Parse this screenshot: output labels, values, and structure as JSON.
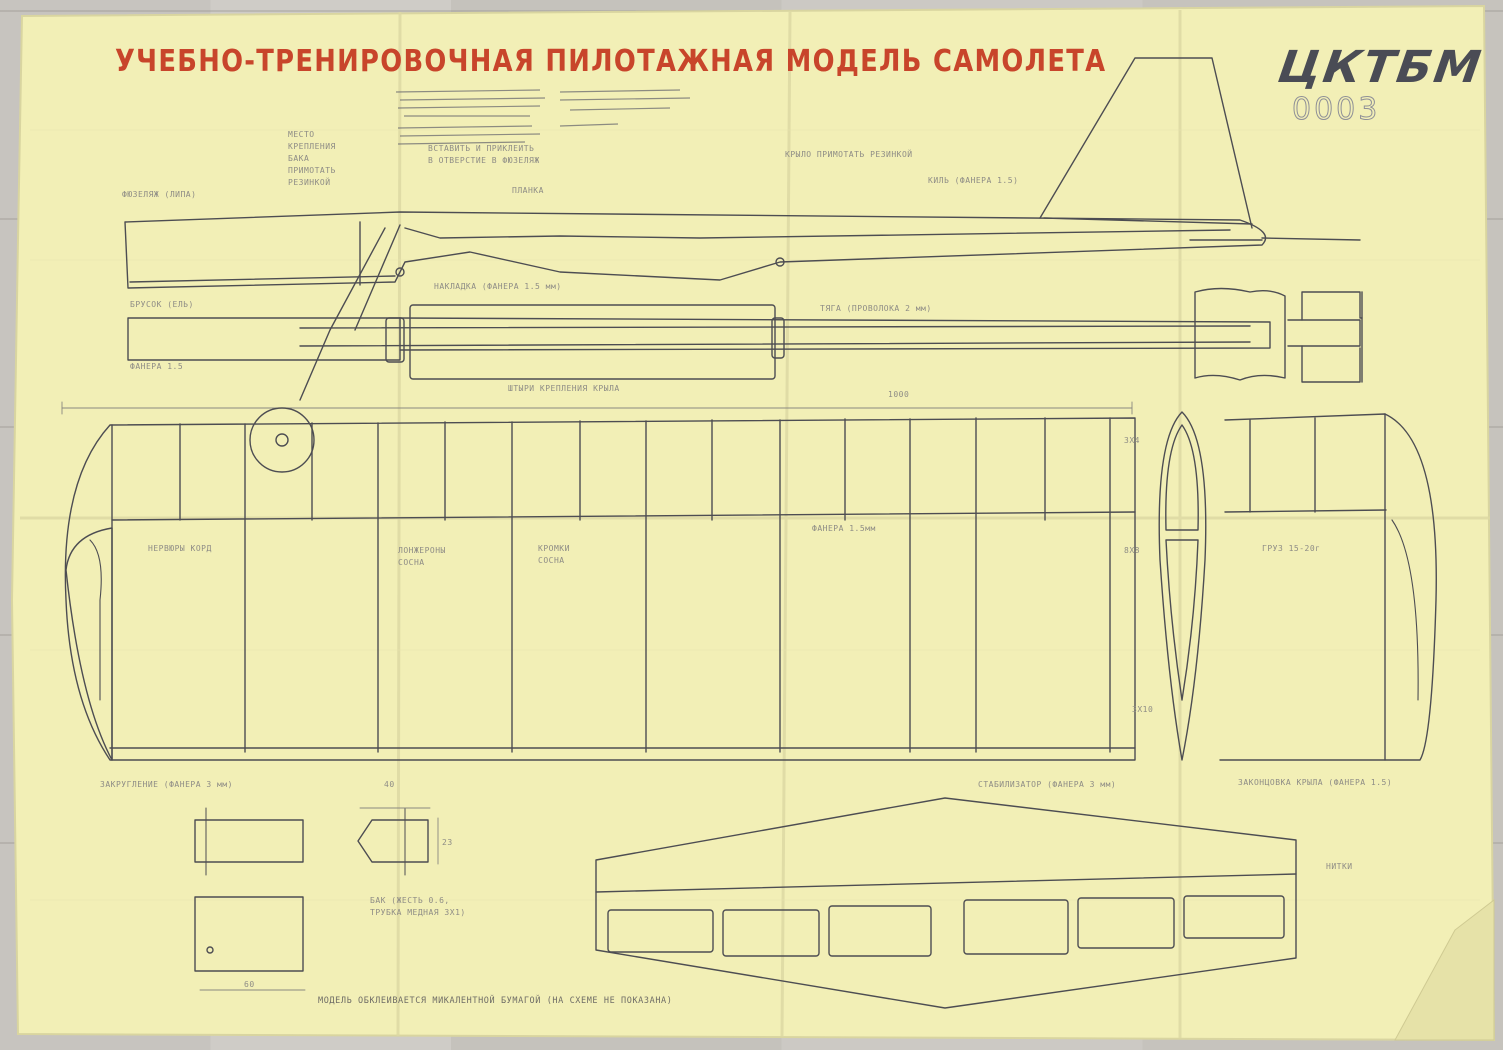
{
  "poster": {
    "title": "УЧЕБНО-ТРЕНИРОВОЧНАЯ ПИЛОТАЖНАЯ МОДЕЛЬ САМОЛЕТА",
    "logo": "ЦКТБМ",
    "logo_number": "0003",
    "bottom_note": "МОДЕЛЬ ОБКЛЕИВАЕТСЯ МИКАЛЕНТНОЙ БУМАГОЙ   (НА СХЕМЕ НЕ ПОКАЗАНА)"
  },
  "labels": {
    "mesto": "МЕСТО",
    "krepleniya": "КРЕПЛЕНИЯ",
    "baka": "БАКА",
    "primotat": "ПРИМОТАТЬ",
    "rezinkoy": "РЕЗИНКОЙ",
    "fuselage": "ФЮЗЕЛЯЖ (ЛИПА)",
    "vstavit": "ВСТАВИТЬ И ПРИКЛЕИТЬ",
    "otverstie": "В ОТВЕРСТИЕ В ФЮЗЕЛЯЖ",
    "planka": "ПЛАНКА",
    "krylo_primotat": "КРЫЛО ПРИМОТАТЬ РЕЗИНКОЙ",
    "kil": "КИЛЬ (ФАНЕРА 1.5)",
    "nakladka": "НАКЛАДКА (ФАНЕРА 1.5 мм)",
    "brusok": "БРУСОК (ЕЛЬ)",
    "tyaga": "ТЯГА (ПРОВОЛОКА 2 мм)",
    "fanera15": "ФАНЕРА 1.5",
    "shtyri": "ШТЫРИ КРЕПЛЕНИЯ КРЫЛА",
    "span": "1000",
    "nervyury": "НЕРВЮРЫ КОРД",
    "lonzheron": "ЛОНЖЕРОНЫ",
    "sosna1": "СОСНА",
    "kromki": "КРОМКИ",
    "sosna2": "СОСНА",
    "fanera_mm": "ФАНЕРА 1.5мм",
    "gruz": "ГРУЗ 15-20г",
    "dim_3x4": "3Х4",
    "dim_8x8": "8Х8",
    "dim_3x10": "3Х10",
    "zakruglenie": "ЗАКРУГЛЕНИЕ (ФАНЕРА 3 мм)",
    "dim_40": "40",
    "dim_23": "23",
    "stabilizator": "СТАБИЛИЗАТОР (ФАНЕРА 3 мм)",
    "zakonc": "ЗАКОНЦОВКА КРЫЛА (ФАНЕРА 1.5)",
    "nitki": "НИТКИ",
    "bak_line1": "БАК (ЖЕСТЬ 0.6,",
    "bak_line2": "ТРУБКА МЕДНАЯ 3Х1)",
    "dim_60": "60"
  },
  "colors": {
    "paper": "#f2efb6",
    "ink": "#4a4a4e",
    "title": "#c8452b"
  }
}
